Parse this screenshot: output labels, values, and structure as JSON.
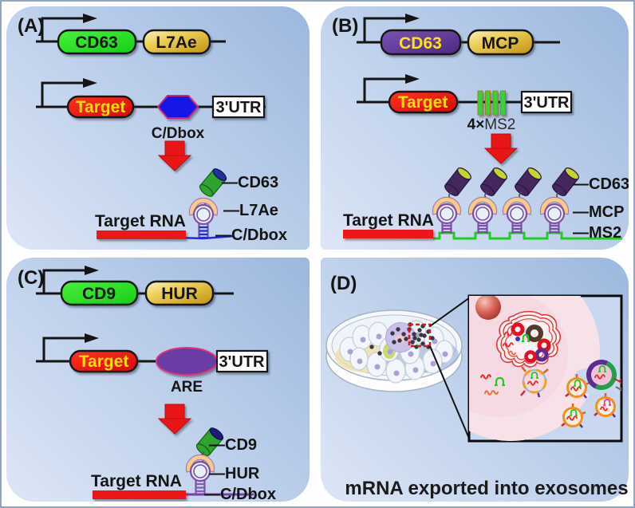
{
  "colors": {
    "panel_bg_light": "#dde6f5",
    "panel_bg_dark": "#9cb8de",
    "green_gene": "#1fd41f",
    "gold_gene": "#d9ad1e",
    "purple_gene": "#5b3794",
    "target_red": "#ee1111",
    "target_text_yellow": "#ffdf00",
    "cdbox_hexagon_blue": "#1717e6",
    "hexagon_border_magenta": "#cc2277",
    "are_purple": "#6a3ca4",
    "are_border_pink": "#e0317e",
    "ms2_bar_green": "#35d435",
    "arrow_red": "#e81313",
    "loop_purple": "#7b4fa6",
    "crescent_tan": "#f7cd85",
    "rna_bar_red": "#ee1212",
    "baseline_blue": "#2525eb",
    "baseline_green": "#22cc22",
    "exosome_ring_orange": "#f09020"
  },
  "panels": {
    "a": {
      "label": "(A)",
      "construct1": {
        "gene1": "CD63",
        "gene2": "L7Ae"
      },
      "construct2": {
        "gene": "Target",
        "motif": "C/Dbox",
        "utr": "3'UTR"
      },
      "product": {
        "rna": "Target RNA",
        "ann1": "—CD63",
        "ann2": "—L7Ae",
        "ann3": "—C/Dbox"
      }
    },
    "b": {
      "label": "(B)",
      "construct1": {
        "gene1": "CD63",
        "gene2": "MCP"
      },
      "construct2": {
        "gene": "Target",
        "motif_count": "4×",
        "motif_name": "MS2",
        "utr": "3'UTR"
      },
      "product": {
        "rna": "Target RNA",
        "ann1": "—CD63",
        "ann2": "—MCP",
        "ann3": "—MS2"
      }
    },
    "c": {
      "label": "(C)",
      "construct1": {
        "gene1": "CD9",
        "gene2": "HUR"
      },
      "construct2": {
        "gene": "Target",
        "motif": "ARE",
        "utr": "3'UTR"
      },
      "product": {
        "rna": "Target RNA",
        "ann1": "—CD9",
        "ann2": "—HUR",
        "ann3": "—C/Dbox"
      }
    },
    "d": {
      "label": "(D)",
      "caption": "mRNA exported into exosomes"
    }
  }
}
